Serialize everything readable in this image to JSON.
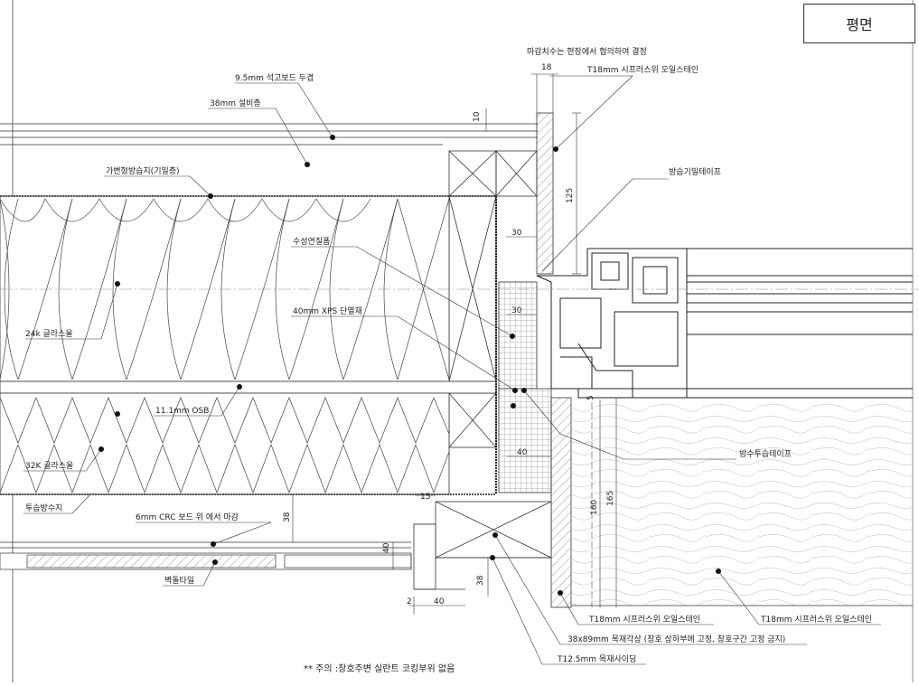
{
  "title": "평면",
  "annotations": {
    "gypsum": "9.5mm 석고보드 두겹",
    "service": "38mm 설비층",
    "vapor": "가변형방습지(기밀층)",
    "foam": "수성연질폼",
    "gw24": "24k 글라스울",
    "xps": "40mm XPS 단열재",
    "osb": "11.1mm OSB",
    "gw32": "32K 글라스울",
    "membrane": "투습방수지",
    "crc": "6mm CRC 보드 위 에서 마감",
    "brick": "벽돌타일",
    "site_note": "마감치수는 현장에서 협의하여 결정",
    "cypress_top": "T18mm 시프러스위  오일스테인",
    "airtight": "방습기밀테이프",
    "waterproof_tape": "방수투습테이프",
    "cypress_bottom1": "T18mm 시프러스위 오일스테인",
    "cypress_bottom2": "T18mm 시프러스위 오일스테인",
    "batten": "38x89mm 목재각상 (창호 상하부에 고정, 창호구간 고정 금지)",
    "siding": "T12.5mm 목재사이딩"
  },
  "dimensions": {
    "d18": "18",
    "d10": "10",
    "d125": "125",
    "d30a": "30",
    "d30b": "30",
    "d5": "5",
    "d40a": "40",
    "d15": "15",
    "d38a": "38",
    "d40b": "40",
    "d160": "160",
    "d165": "165",
    "d38b": "38",
    "d2": "2",
    "d40c": "40"
  },
  "note": "** 주의 :창호주변 실란트 코킹부위 없음"
}
